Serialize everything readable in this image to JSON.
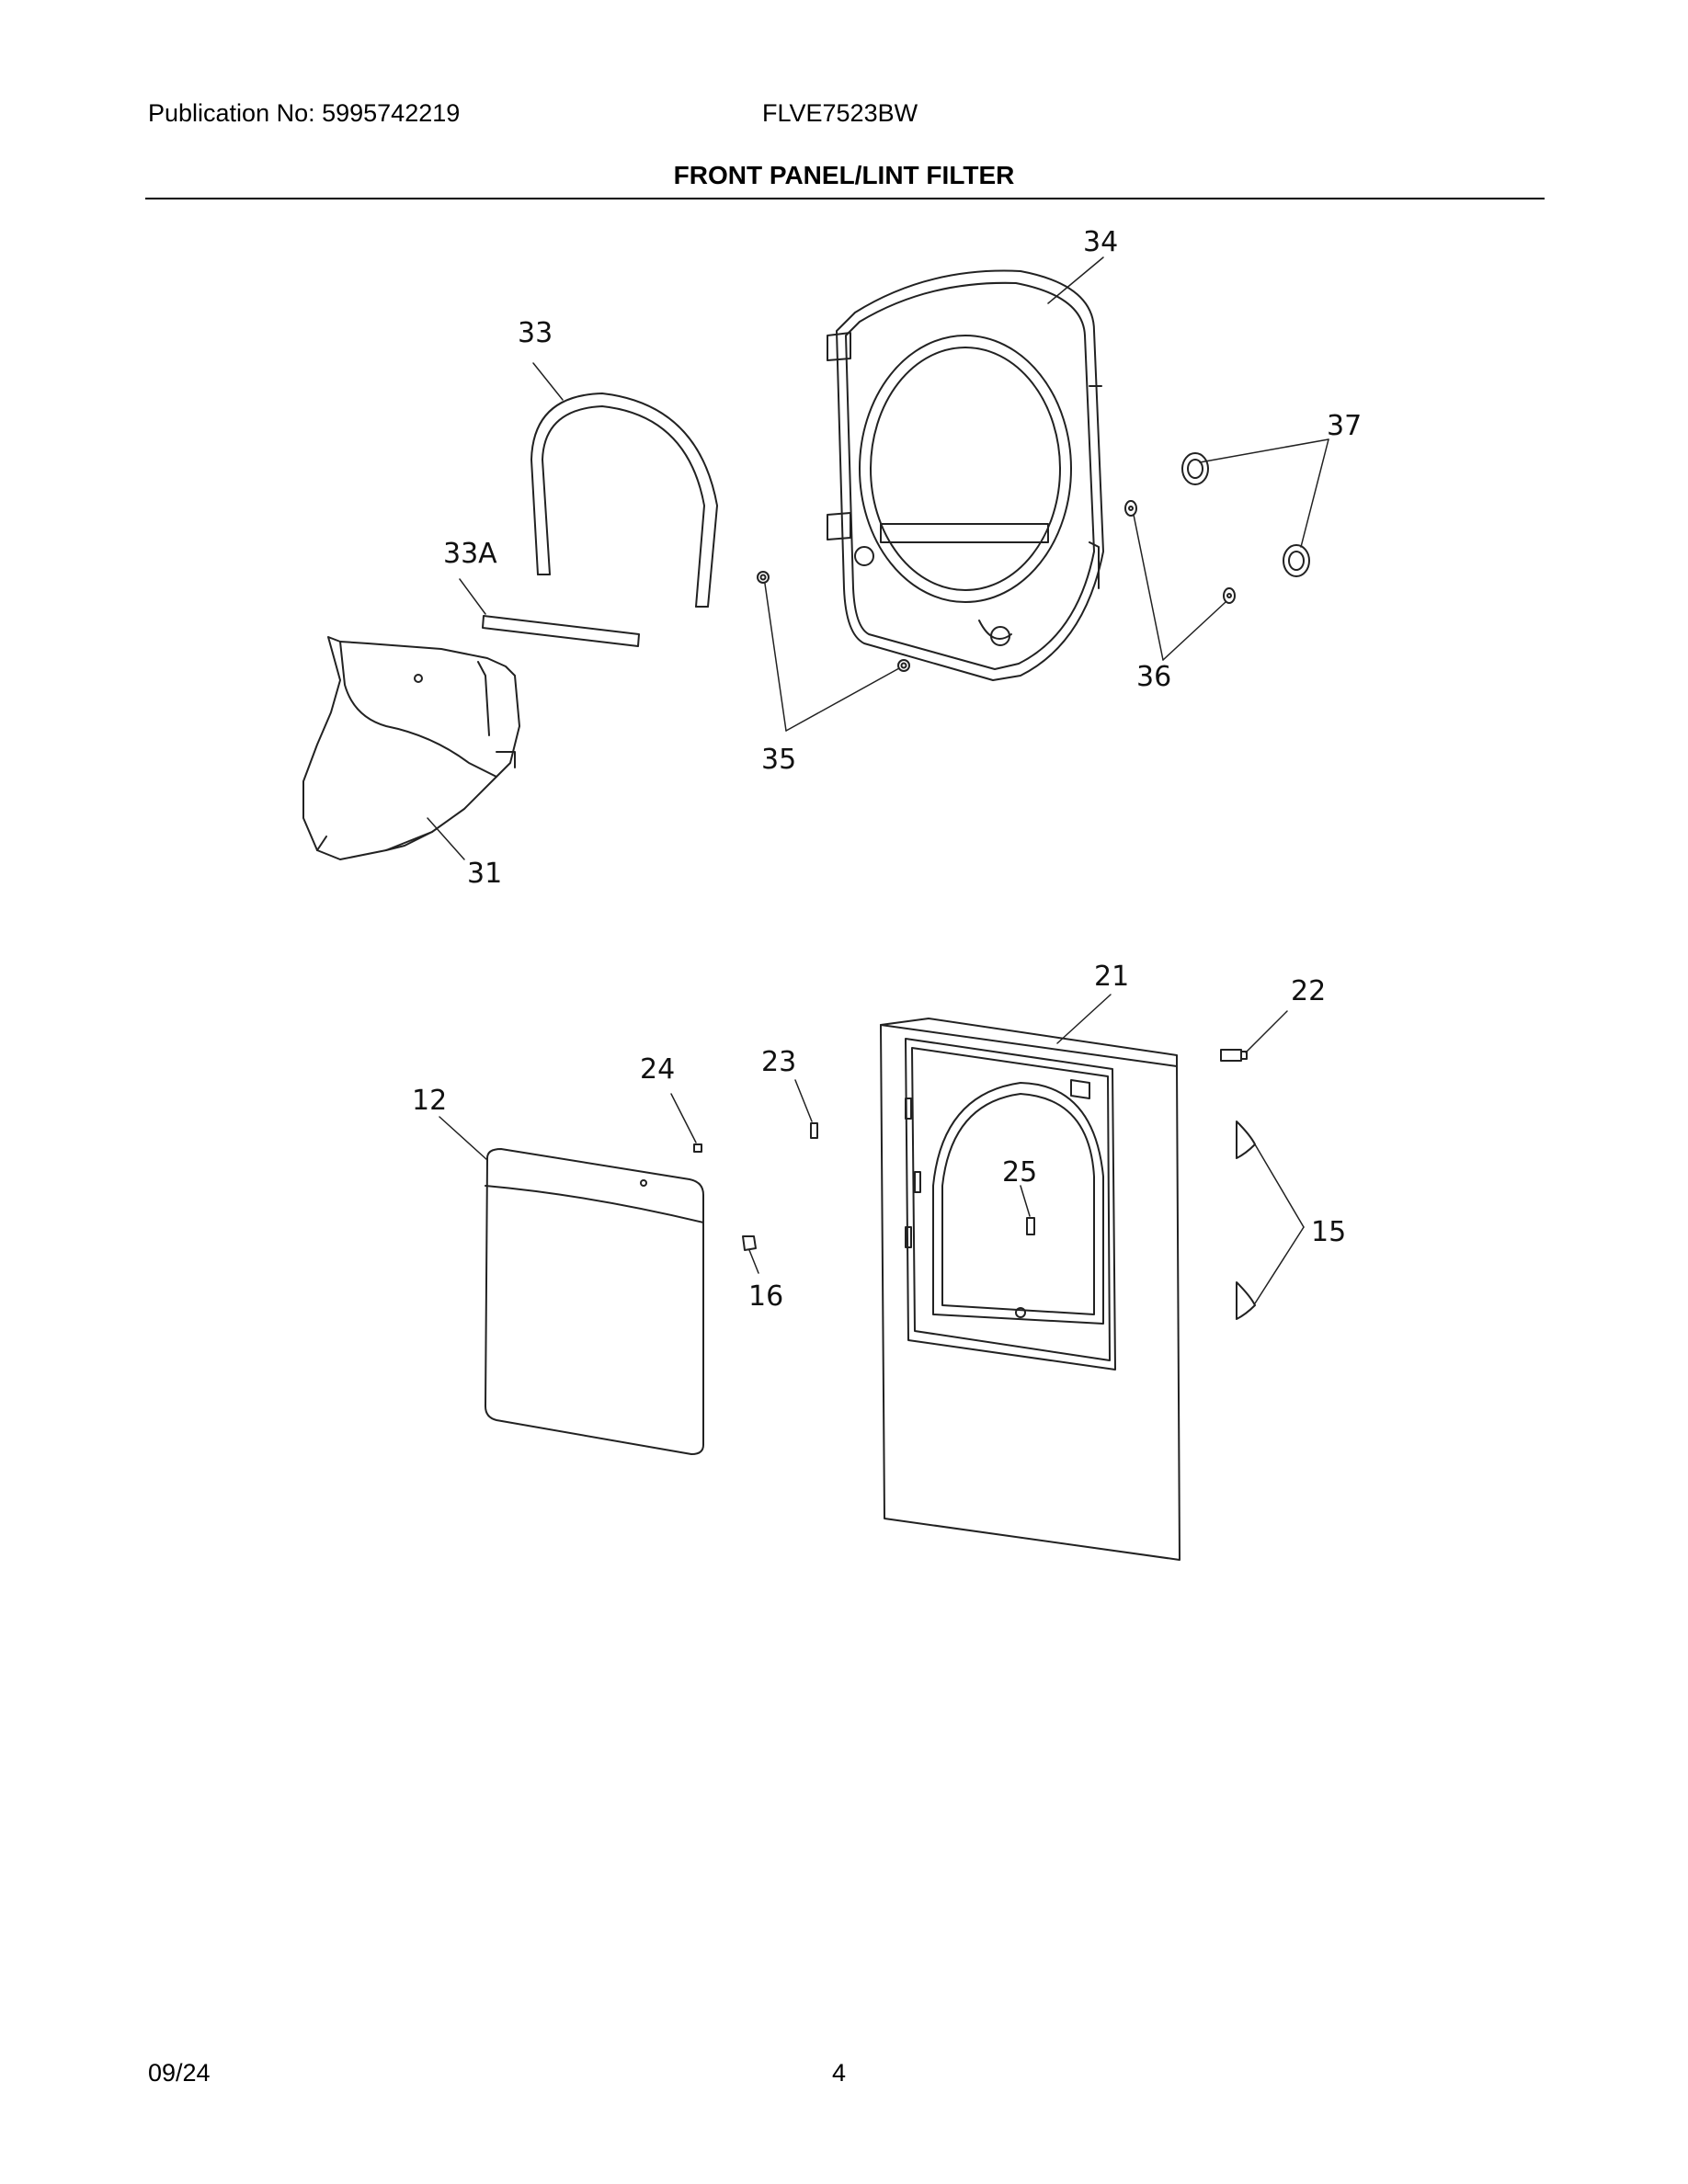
{
  "header": {
    "publication": "Publication No: 5995742219",
    "model": "FLVE7523BW",
    "title": "FRONT PANEL/LINT FILTER"
  },
  "footer": {
    "date": "09/24",
    "page": "4"
  },
  "callouts": {
    "c34": "34",
    "c33": "33",
    "c37": "37",
    "c33a": "33A",
    "c36": "36",
    "c35": "35",
    "c31": "31",
    "c21": "21",
    "c22": "22",
    "c24": "24",
    "c23": "23",
    "c12": "12",
    "c25": "25",
    "c15": "15",
    "c16": "16"
  }
}
